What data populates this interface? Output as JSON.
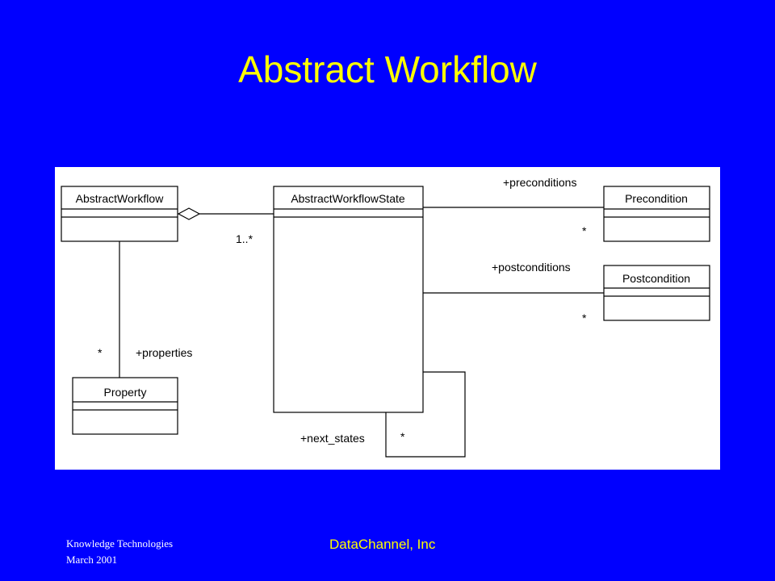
{
  "slide": {
    "title": "Abstract Workflow"
  },
  "diagram": {
    "classes": {
      "abstract_workflow": "AbstractWorkflow",
      "abstract_workflow_state": "AbstractWorkflowState",
      "precondition": "Precondition",
      "postcondition": "Postcondition",
      "property": "Property"
    },
    "labels": {
      "aggregation_multiplicity": "1..*",
      "preconditions_role": "+preconditions",
      "preconditions_multiplicity": "*",
      "postconditions_role": "+postconditions",
      "postconditions_multiplicity": "*",
      "properties_multiplicity": "*",
      "properties_role": "+properties",
      "next_states_role": "+next_states",
      "next_states_multiplicity": "*"
    }
  },
  "footer": {
    "left_line1": "Knowledge Technologies",
    "left_line2": "March 2001",
    "center": "DataChannel, Inc"
  }
}
